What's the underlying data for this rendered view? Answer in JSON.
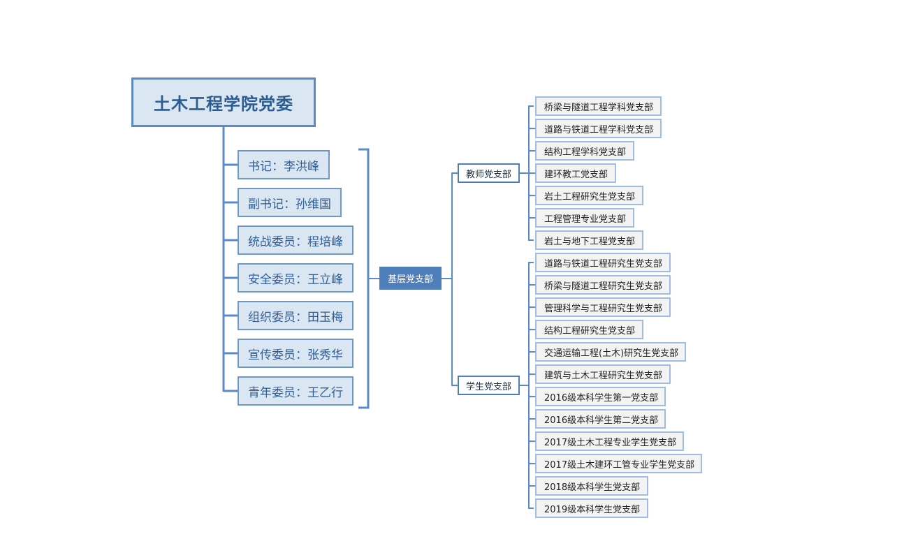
{
  "root": {
    "title": "土木工程学院党委"
  },
  "members": [
    "书记：李洪峰",
    "副书记：孙维国",
    "统战委员：程培峰",
    "安全委员：王立峰",
    "组织委员：田玉梅",
    "宣传委员：张秀华",
    "青年委员：王乙行"
  ],
  "grassroots": {
    "label": "基层党支部"
  },
  "teacher": {
    "label": "教师党支部",
    "branches": [
      "桥梁与隧道工程学科党支部",
      "道路与铁道工程学科党支部",
      "结构工程学科党支部",
      "建环教工党支部",
      "岩土工程研究生党支部",
      "工程管理专业党支部",
      "岩土与地下工程党支部"
    ]
  },
  "student": {
    "label": "学生党支部",
    "branches": [
      "道路与铁道工程研究生党支部",
      "桥梁与隧道工程研究生党支部",
      "管理科学与工程研究生党支部",
      "结构工程研究生党支部",
      "交通运输工程(土木)研究生党支部",
      "建筑与土木工程研究生党支部",
      "2016级本科学生第一党支部",
      "2016级本科学生第二党支部",
      "2017级土木工程专业学生党支部",
      "2017级土木建环工管专业学生党支部",
      "2018级本科学生党支部",
      "2019级本科学生党支部"
    ]
  },
  "colors": {
    "line": "#5b8ac4",
    "node_fill": "#dbe6f3",
    "accent": "#4f7fba",
    "leaf_border": "#9ebde0"
  }
}
